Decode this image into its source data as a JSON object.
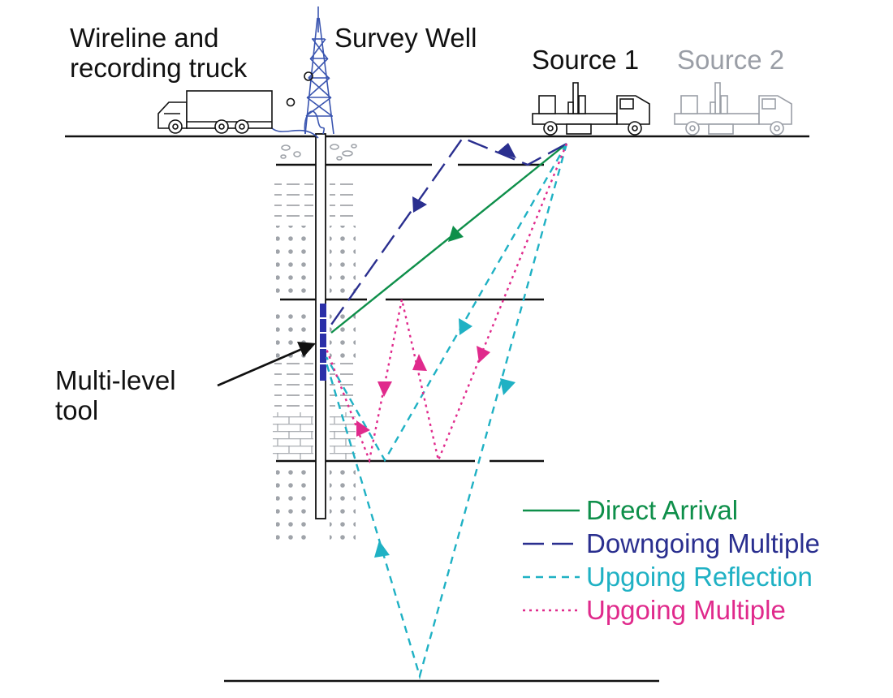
{
  "labels": {
    "truck": [
      "Wireline and",
      "recording truck"
    ],
    "well": "Survey Well",
    "source1": "Source 1",
    "source2": "Source 2",
    "tool": [
      "Multi-level",
      "tool"
    ]
  },
  "legend": [
    {
      "label": "Direct Arrival",
      "color": "#0e8f4a",
      "style": "solid"
    },
    {
      "label": "Downgoing Multiple",
      "color": "#2a2f8f",
      "style": "long-dash"
    },
    {
      "label": "Upgoing Reflection",
      "color": "#1fb1c4",
      "style": "short-dash"
    },
    {
      "label": "Upgoing Multiple",
      "color": "#e02a8c",
      "style": "dotted"
    }
  ],
  "colors": {
    "derrick": "#3a55b0",
    "tool": "#2a2fa8",
    "rock": "#a0a4aa",
    "source2": "#9a9ea6",
    "ground": "#111111"
  },
  "icons": [
    "truck-icon",
    "derrick-icon",
    "vibrator-truck-icon"
  ]
}
